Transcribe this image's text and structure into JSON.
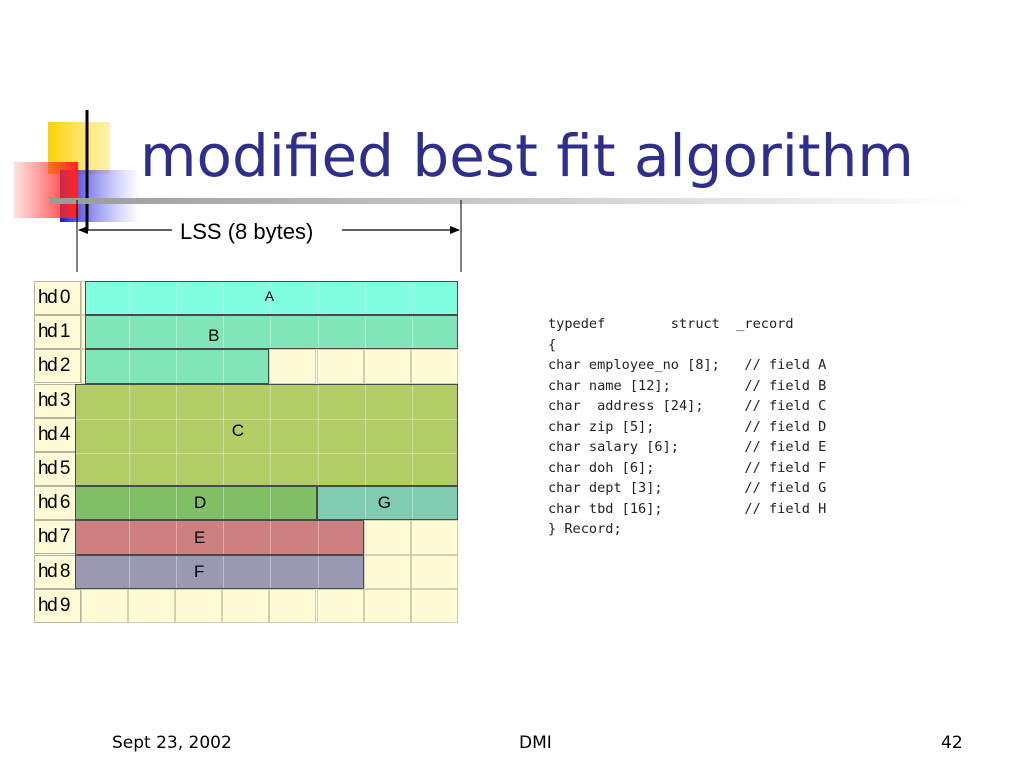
{
  "slide": {
    "title": "modified best fit algorithm",
    "lss_label": "LSS (8 bytes)"
  },
  "grid": {
    "columns": 8,
    "row_labels": [
      "hd 0",
      "hd 1",
      "hd 2",
      "hd 3",
      "hd 4",
      "hd 5",
      "hd 6",
      "hd 7",
      "hd 8",
      "hd 9"
    ],
    "fields": [
      {
        "label": "A",
        "color": "#7fffe0"
      },
      {
        "label": "B",
        "color": "#80e6b8"
      },
      {
        "label": "C",
        "color": "#b2cc66"
      },
      {
        "label": "D",
        "color": "#80bf66"
      },
      {
        "label": "G",
        "color": "#80ccb3"
      },
      {
        "label": "E",
        "color": "#cc8080"
      },
      {
        "label": "F",
        "color": "#9999b3"
      }
    ]
  },
  "code": {
    "lines": [
      "typedef        struct  _record",
      "{",
      "char employee_no [8];   // field A",
      "char name [12];         // field B",
      "char  address [24];     // field C",
      "char zip [5];           // field D",
      "char salary [6];        // field E",
      "char doh [6];           // field F",
      "char dept [3];          // field G",
      "char tbd [16];          // field H",
      "} Record;"
    ]
  },
  "footer": {
    "date": "Sept 23, 2002",
    "center": "DMI",
    "page": "42"
  }
}
